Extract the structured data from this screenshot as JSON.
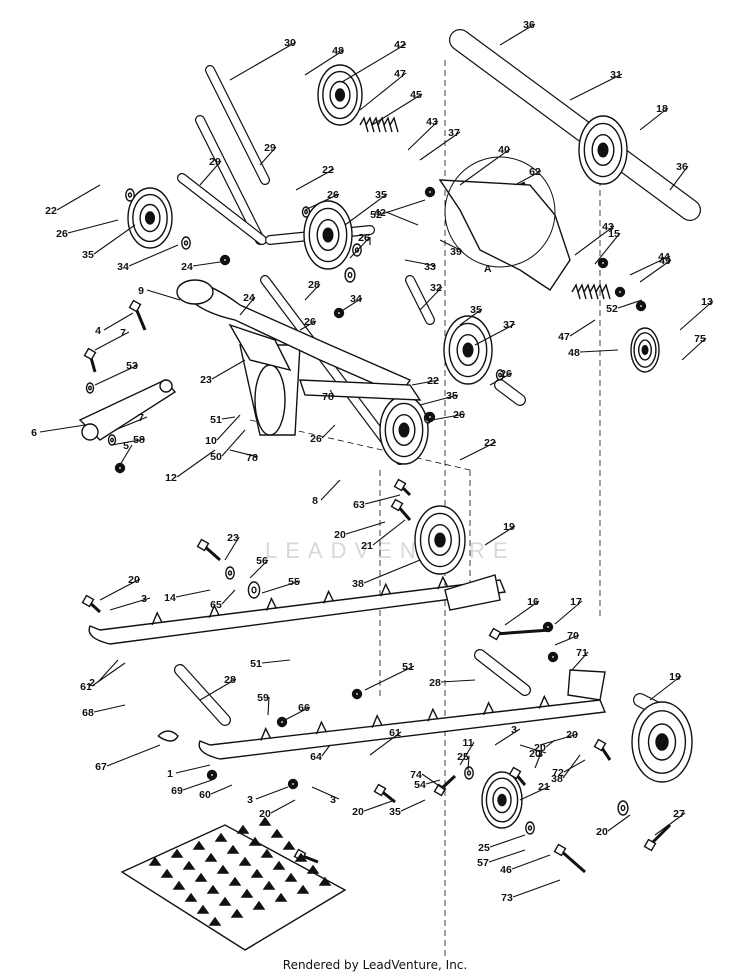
{
  "footer": {
    "credit": "Rendered by LeadVenture, Inc."
  },
  "watermark": {
    "text": "LEADVENTURE"
  },
  "detail_marker": "A",
  "callouts": [
    "30",
    "48",
    "42",
    "36",
    "47",
    "45",
    "31",
    "18",
    "43",
    "37",
    "29",
    "29",
    "22",
    "40",
    "62",
    "36",
    "22",
    "26",
    "26",
    "35",
    "52",
    "34",
    "26",
    "35",
    "43",
    "15",
    "26",
    "39",
    "33",
    "24",
    "44",
    "49",
    "28",
    "34",
    "32",
    "52",
    "42",
    "13",
    "9",
    "24",
    "26",
    "35",
    "37",
    "47",
    "48",
    "75",
    "4",
    "7",
    "53",
    "23",
    "22",
    "26",
    "35",
    "7",
    "78",
    "58",
    "51",
    "50",
    "10",
    "26",
    "26",
    "22",
    "6",
    "5",
    "12",
    "78",
    "8",
    "63",
    "20",
    "21",
    "19",
    "23",
    "56",
    "55",
    "20",
    "3",
    "14",
    "65",
    "38",
    "16",
    "17",
    "70",
    "71",
    "51",
    "2",
    "61",
    "28",
    "51",
    "28",
    "19",
    "68",
    "59",
    "66",
    "3",
    "20",
    "11",
    "3",
    "67",
    "1",
    "64",
    "61",
    "25",
    "20",
    "20",
    "72",
    "38",
    "69",
    "60",
    "3",
    "20",
    "3",
    "20",
    "74",
    "54",
    "35",
    "21",
    "20",
    "27",
    "25",
    "57",
    "46",
    "73"
  ],
  "colors": {
    "line": "#111111",
    "background": "#ffffff",
    "watermark": "#d8d8d8"
  }
}
